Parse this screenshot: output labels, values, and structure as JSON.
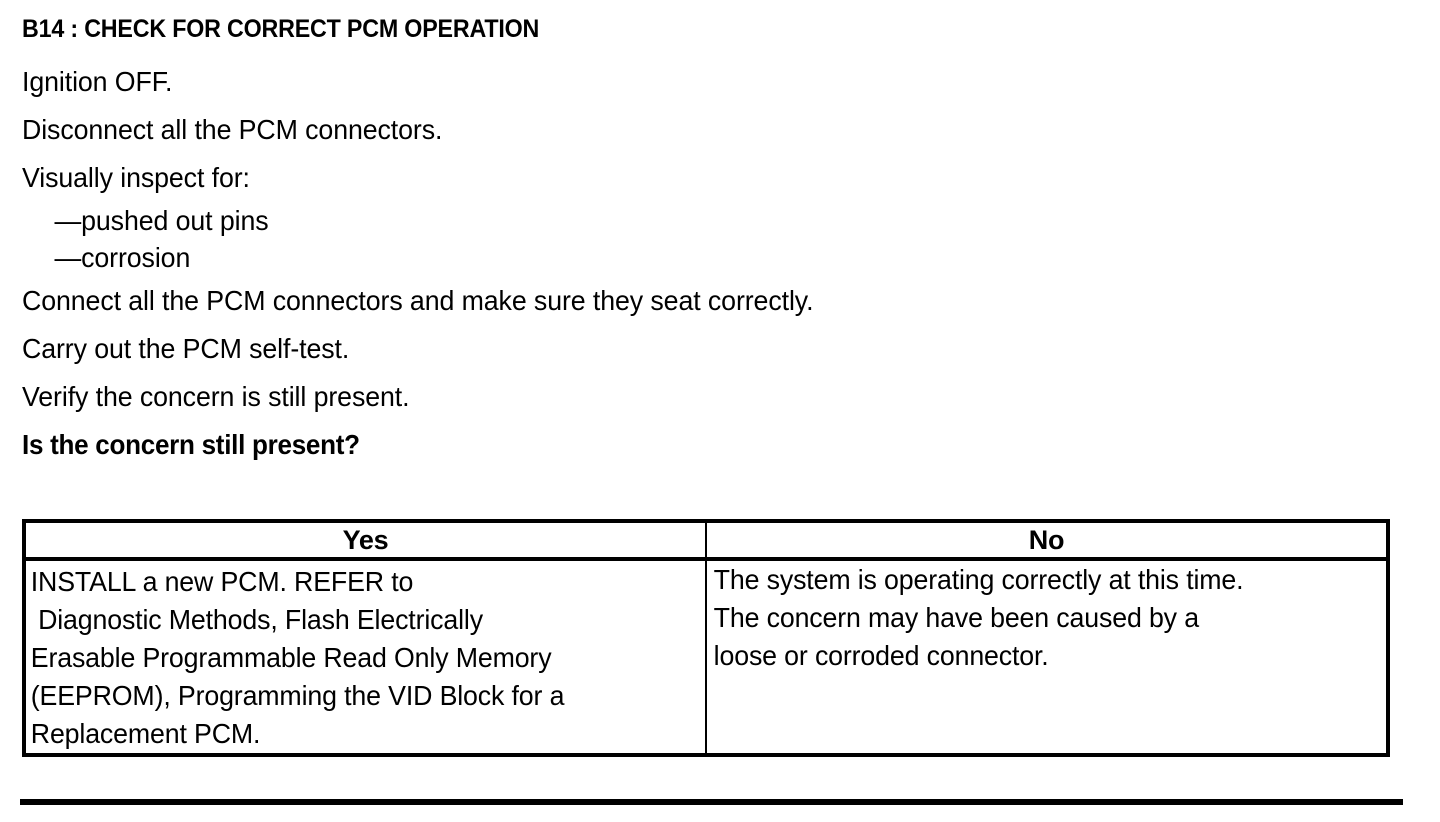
{
  "document": {
    "step_id": "B14",
    "heading": "B14 : CHECK FOR CORRECT PCM OPERATION",
    "instructions": [
      {
        "text": "Ignition OFF.",
        "style": "normal"
      },
      {
        "text": "Disconnect all the PCM connectors.",
        "style": "normal"
      },
      {
        "text": "Visually inspect for:",
        "style": "normal"
      },
      {
        "text": "—pushed out pins",
        "style": "dash"
      },
      {
        "text": "—corrosion",
        "style": "dash"
      },
      {
        "text": "Connect all the PCM connectors and make sure they seat correctly.",
        "style": "normal"
      },
      {
        "text": "Carry out the PCM self-test.",
        "style": "normal"
      },
      {
        "text": "Verify the concern is still present.",
        "style": "normal"
      },
      {
        "text": "Is the concern still present?",
        "style": "bold"
      }
    ]
  },
  "decision_table": {
    "headers": [
      "Yes",
      "No"
    ],
    "cells": {
      "yes": "INSTALL a new PCM. REFER to\n Diagnostic Methods, Flash Electrically\nErasable Programmable Read Only Memory\n(EEPROM), Programming the VID Block for a\nReplacement PCM.",
      "no": "The system is operating correctly at this time.\nThe concern may have been caused by a\nloose or corroded connector."
    }
  },
  "colors": {
    "text": "#000000",
    "background": "#ffffff",
    "rule": "#000000"
  }
}
